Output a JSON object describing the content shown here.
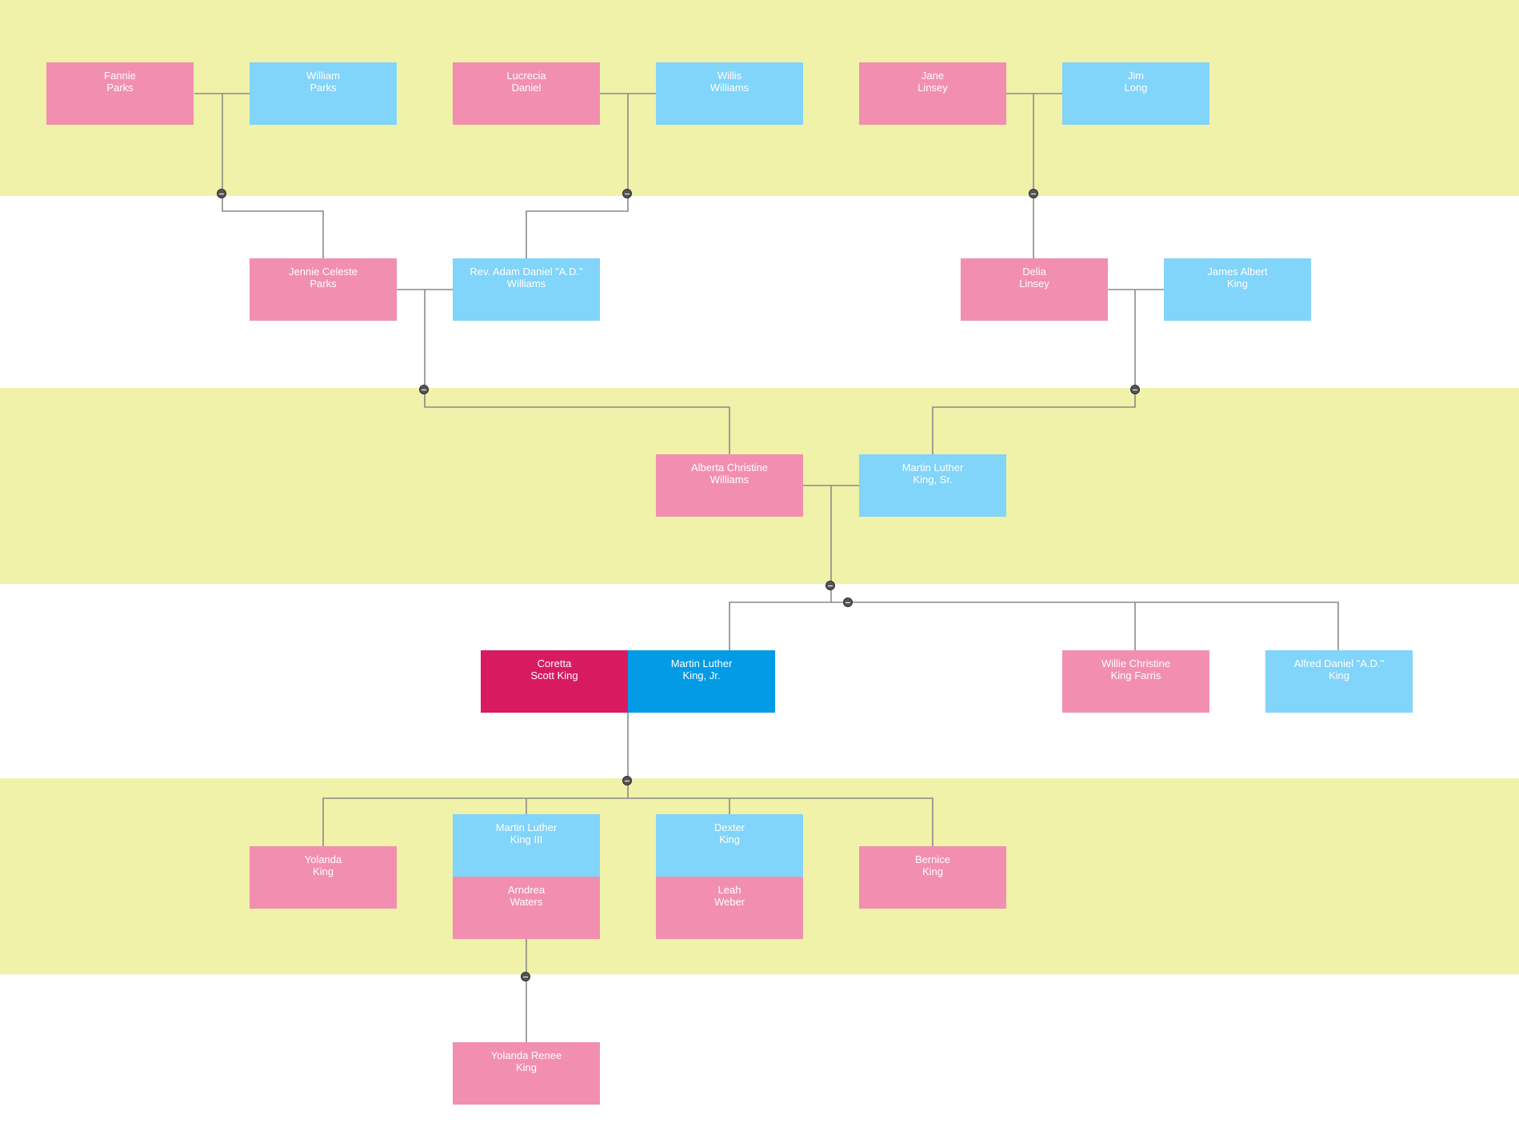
{
  "colors": {
    "band": "#eff2a8",
    "female": "#f28fb0",
    "male": "#81d4fa",
    "female_highlight": "#d81b60",
    "male_highlight": "#039be5",
    "connector": "#8a8a8a",
    "toggle": "#555555"
  },
  "people": {
    "fannie_parks": {
      "first": "Fannie",
      "last": "Parks"
    },
    "william_parks": {
      "first": "William",
      "last": "Parks"
    },
    "lucrecia_daniel": {
      "first": "Lucrecia",
      "last": "Daniel"
    },
    "willis_williams": {
      "first": "Willis",
      "last": "Williams"
    },
    "jane_linsey": {
      "first": "Jane",
      "last": "Linsey"
    },
    "jim_long": {
      "first": "Jim",
      "last": "Long"
    },
    "jennie_parks": {
      "first": "Jennie Celeste",
      "last": "Parks"
    },
    "adam_williams": {
      "first": "Rev. Adam Daniel \"A.D.\"",
      "last": "Williams"
    },
    "delia_linsey": {
      "first": "Delia",
      "last": "Linsey"
    },
    "james_king": {
      "first": "James Albert",
      "last": "King"
    },
    "alberta_williams": {
      "first": "Alberta Christine",
      "last": "Williams"
    },
    "mlk_sr": {
      "first": "Martin Luther",
      "last": "King, Sr."
    },
    "coretta_king": {
      "first": "Coretta",
      "last": "Scott King"
    },
    "mlk_jr": {
      "first": "Martin Luther",
      "last": "King, Jr."
    },
    "willie_farris": {
      "first": "Willie Christine",
      "last": "King Farris"
    },
    "alfred_king": {
      "first": "Alfred Daniel \"A.D.\"",
      "last": "King"
    },
    "yolanda_king": {
      "first": "Yolanda",
      "last": "King"
    },
    "mlk_iii": {
      "first": "Martin Luther",
      "last": "King III"
    },
    "arndrea_waters": {
      "first": "Arndrea",
      "last": "Waters"
    },
    "dexter_king": {
      "first": "Dexter",
      "last": "King"
    },
    "leah_weber": {
      "first": "Leah",
      "last": "Weber"
    },
    "bernice_king": {
      "first": "Bernice",
      "last": "King"
    },
    "yolanda_renee": {
      "first": "Yolanda Renee",
      "last": "King"
    }
  }
}
